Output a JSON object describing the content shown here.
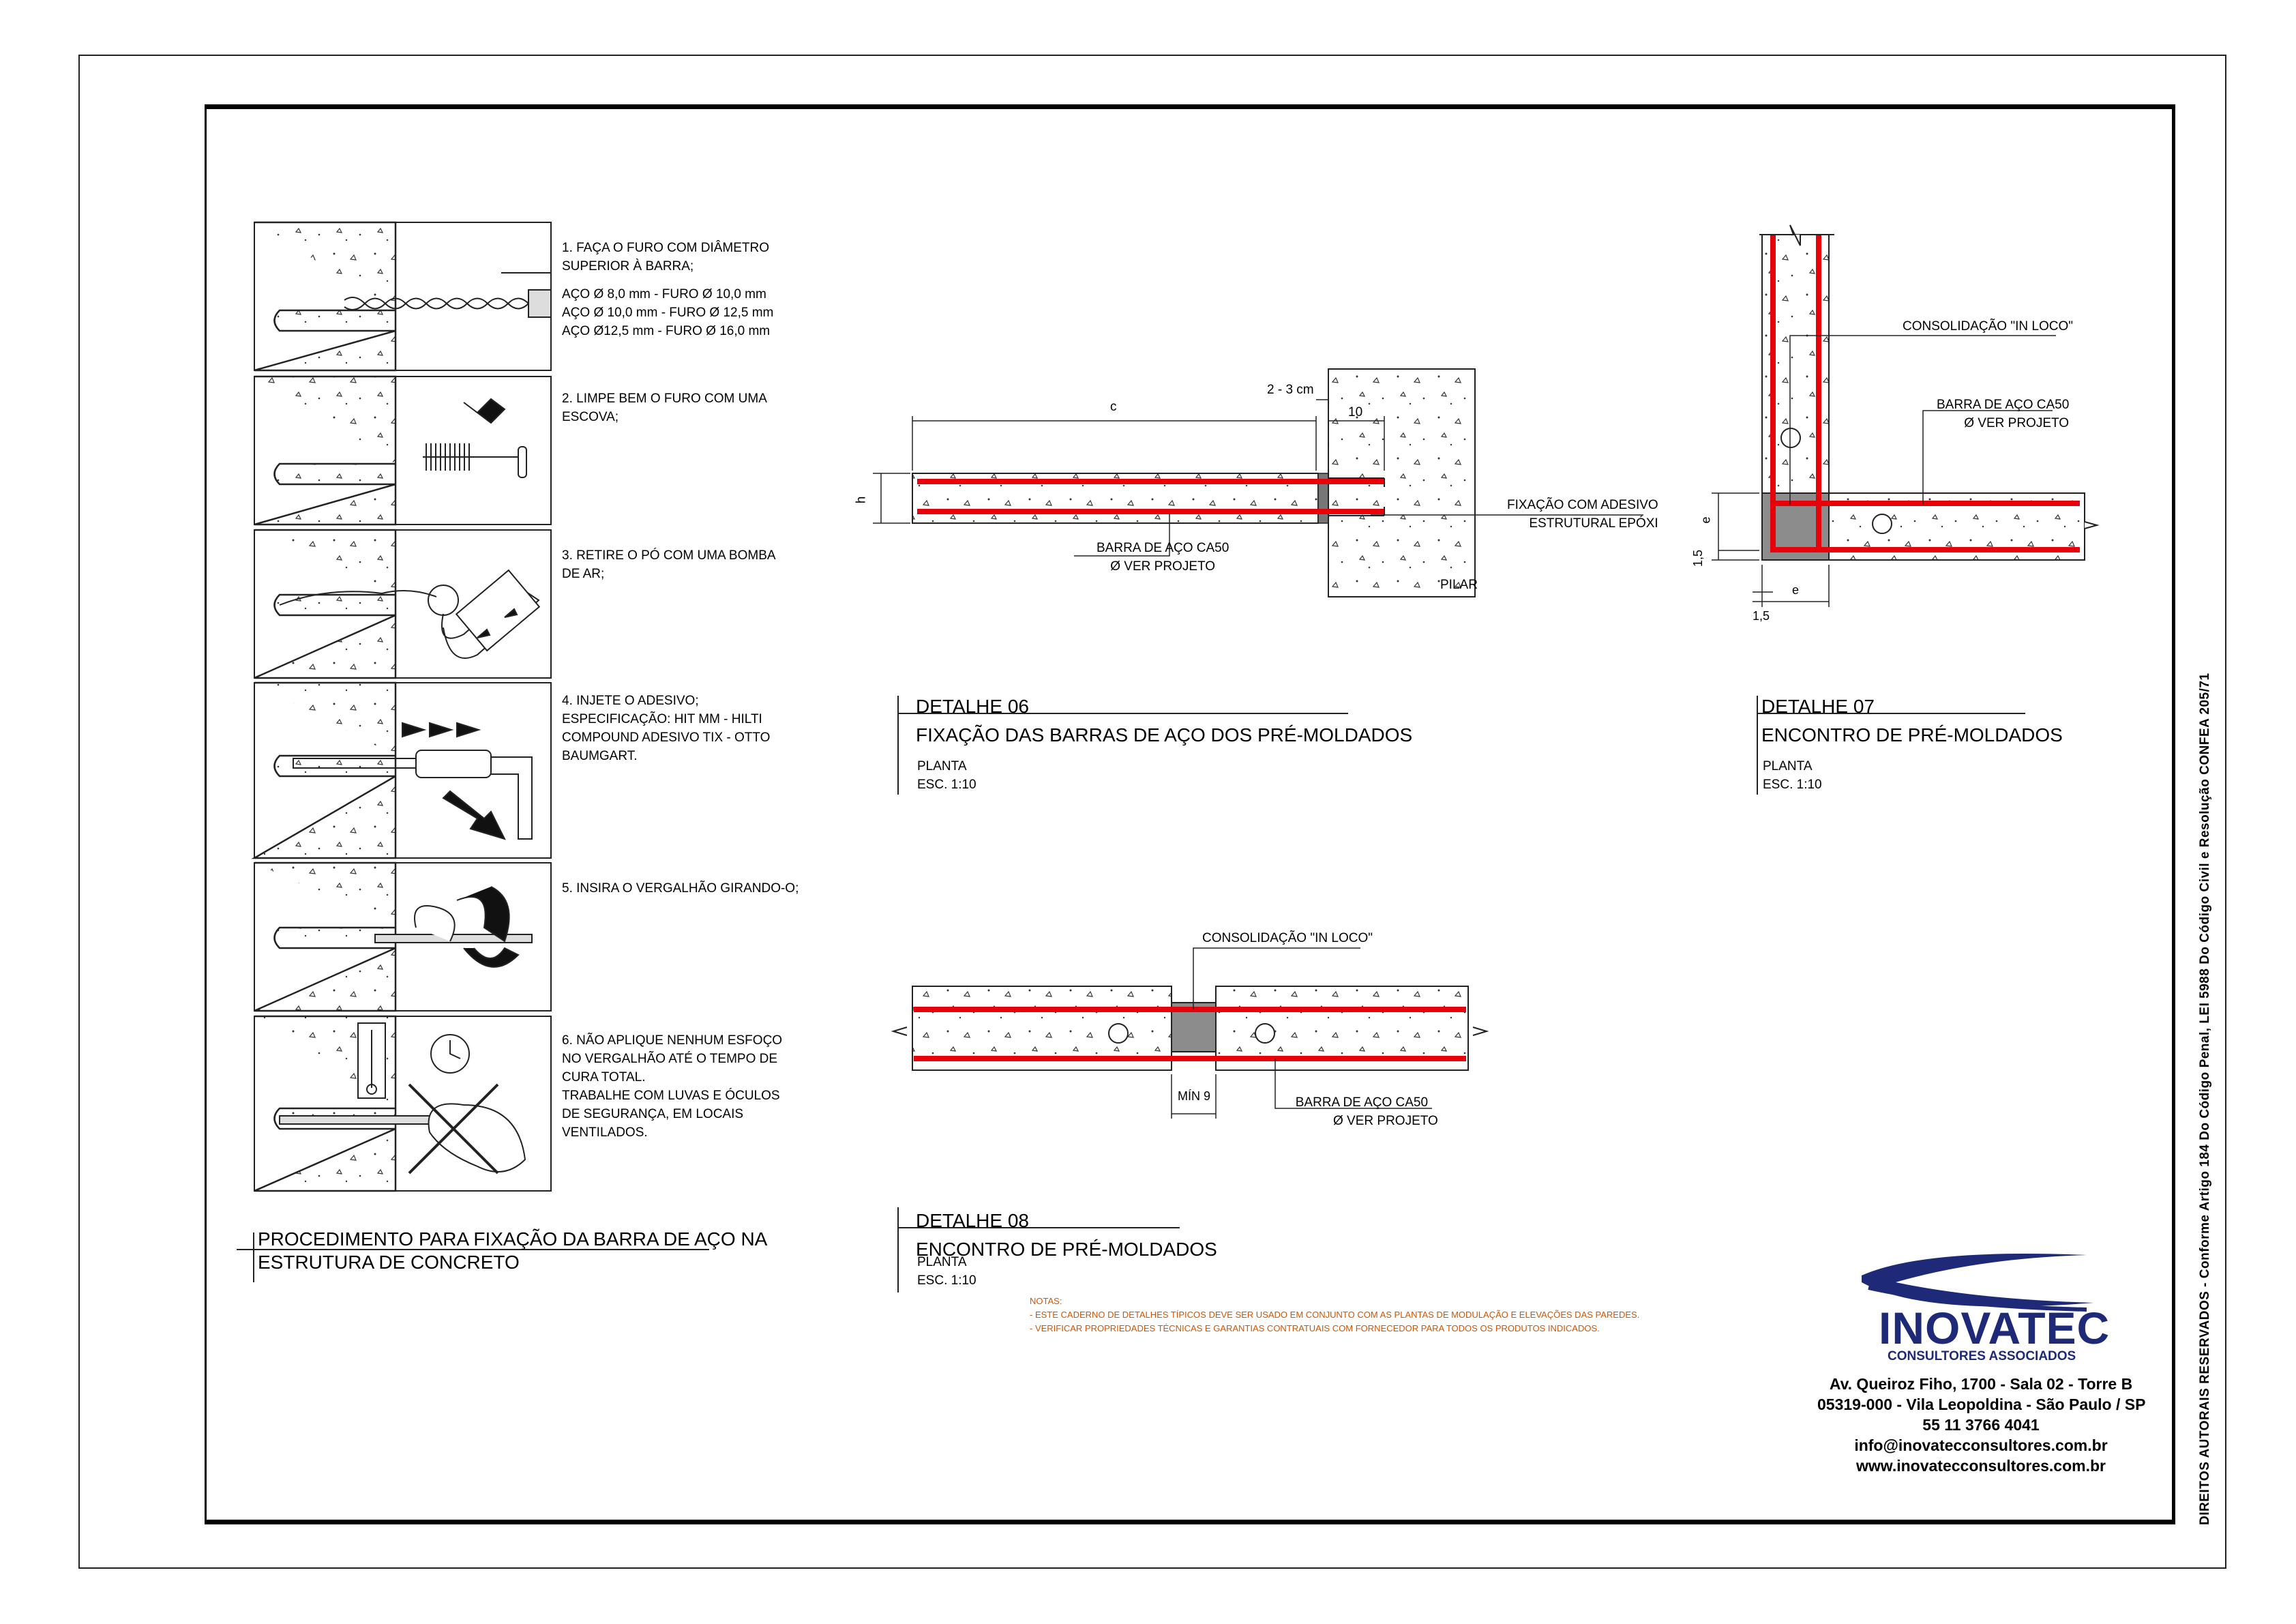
{
  "procedure": {
    "steps": [
      {
        "lines": [
          "1. FAÇA O FURO COM DIÂMETRO",
          "SUPERIOR À  BARRA;"
        ],
        "extra": [
          "AÇO Ø 8,0 mm - FURO Ø 10,0 mm",
          "AÇO Ø 10,0 mm - FURO Ø 12,5 mm",
          "AÇO Ø12,5 mm - FURO Ø 16,0 mm"
        ]
      },
      {
        "lines": [
          "2. LIMPE BEM O FURO COM UMA",
          "ESCOVA;"
        ]
      },
      {
        "lines": [
          "3. RETIRE O PÓ COM UMA BOMBA",
          "DE AR;"
        ]
      },
      {
        "lines": [
          "4. INJETE O ADESIVO;",
          "ESPECIFICAÇÃO: HIT MM - HILTI",
          "COMPOUND ADESIVO TIX - OTTO",
          "BAUMGART."
        ]
      },
      {
        "lines": [
          "5. INSIRA O VERGALHÃO GIRANDO-O;"
        ]
      },
      {
        "lines": [
          "6. NÃO APLIQUE NENHUM ESFOÇO",
          "NO VERGALHÃO ATÉ O TEMPO DE",
          "CURA TOTAL.",
          "TRABALHE COM LUVAS E ÓCULOS",
          "DE SEGURANÇA, EM LOCAIS",
          "VENTILADOS."
        ]
      }
    ],
    "title_1": "PROCEDIMENTO PARA FIXAÇÃO DA BARRA DE AÇO NA",
    "title_2": "ESTRUTURA DE CONCRETO"
  },
  "detail06": {
    "label": "DETALHE 06",
    "title": "FIXAÇÃO DAS BARRAS DE AÇO DOS PRÉ-MOLDADOS",
    "view": "PLANTA",
    "scale": "ESC. 1:10",
    "dim_c": "c",
    "dim_gap": "2 - 3 cm",
    "dim_10": "10",
    "dim_h": "h",
    "bar_label_1": "BARRA DE AÇO CA50",
    "bar_label_2": "Ø VER PROJETO",
    "adhesive_1": "FIXAÇÃO COM ADESIVO",
    "adhesive_2": "ESTRUTURAL EPÓXI",
    "pilar": "PILAR"
  },
  "detail07": {
    "label": "DETALHE 07",
    "title": "ENCONTRO DE PRÉ-MOLDADOS",
    "view": "PLANTA",
    "scale": "ESC. 1:10",
    "consolidacao": "CONSOLIDAÇÃO \"IN LOCO\"",
    "bar_label_1": "BARRA DE AÇO CA50",
    "bar_label_2": "Ø VER PROJETO",
    "dim_e": "e",
    "dim_15": "1,5"
  },
  "detail08": {
    "label": "DETALHE 08",
    "title": "ENCONTRO DE PRÉ-MOLDADOS",
    "view": "PLANTA",
    "scale": "ESC. 1:10",
    "consolidacao": "CONSOLIDAÇÃO \"IN LOCO\"",
    "min": "MÍN 9",
    "bar_label_1": "BARRA DE AÇO CA50",
    "bar_label_2": "Ø VER PROJETO"
  },
  "notes": {
    "title": "NOTAS:",
    "items": [
      "- ESTE CADERNO DE DETALHES TÍPICOS DEVE SER USADO EM CONJUNTO COM AS PLANTAS DE MODULAÇÃO E ELEVAÇÕES DAS PAREDES.",
      "- VERIFICAR PROPRIEDADES TÉCNICAS E GARANTIAS CONTRATUAIS COM FORNECEDOR PARA TODOS OS PRODUTOS INDICADOS."
    ]
  },
  "company": {
    "name": "INOVATEC",
    "sub": "CONSULTORES ASSOCIADOS",
    "address_1": "Av. Queiroz Fiho, 1700 - Sala 02 - Torre B",
    "address_2": "05319-000 - Vila Leopoldina - São Paulo / SP",
    "phone": "55 11 3766 4041",
    "email": "info@inovatecconsultores.com.br",
    "web": "www.inovatecconsultores.com.br"
  },
  "copyright": "DIREITOS AUTORAIS RESERVADOS - Conforme Artigo 184 Do Código Penal, LEI 5988 Do Código Civil e Resolução CONFEA 205/71",
  "colors": {
    "rebar": "#e8000b",
    "concrete_fill": "#8c8c8c",
    "note": "#d15400",
    "logo_blue": "#1e2a78"
  }
}
